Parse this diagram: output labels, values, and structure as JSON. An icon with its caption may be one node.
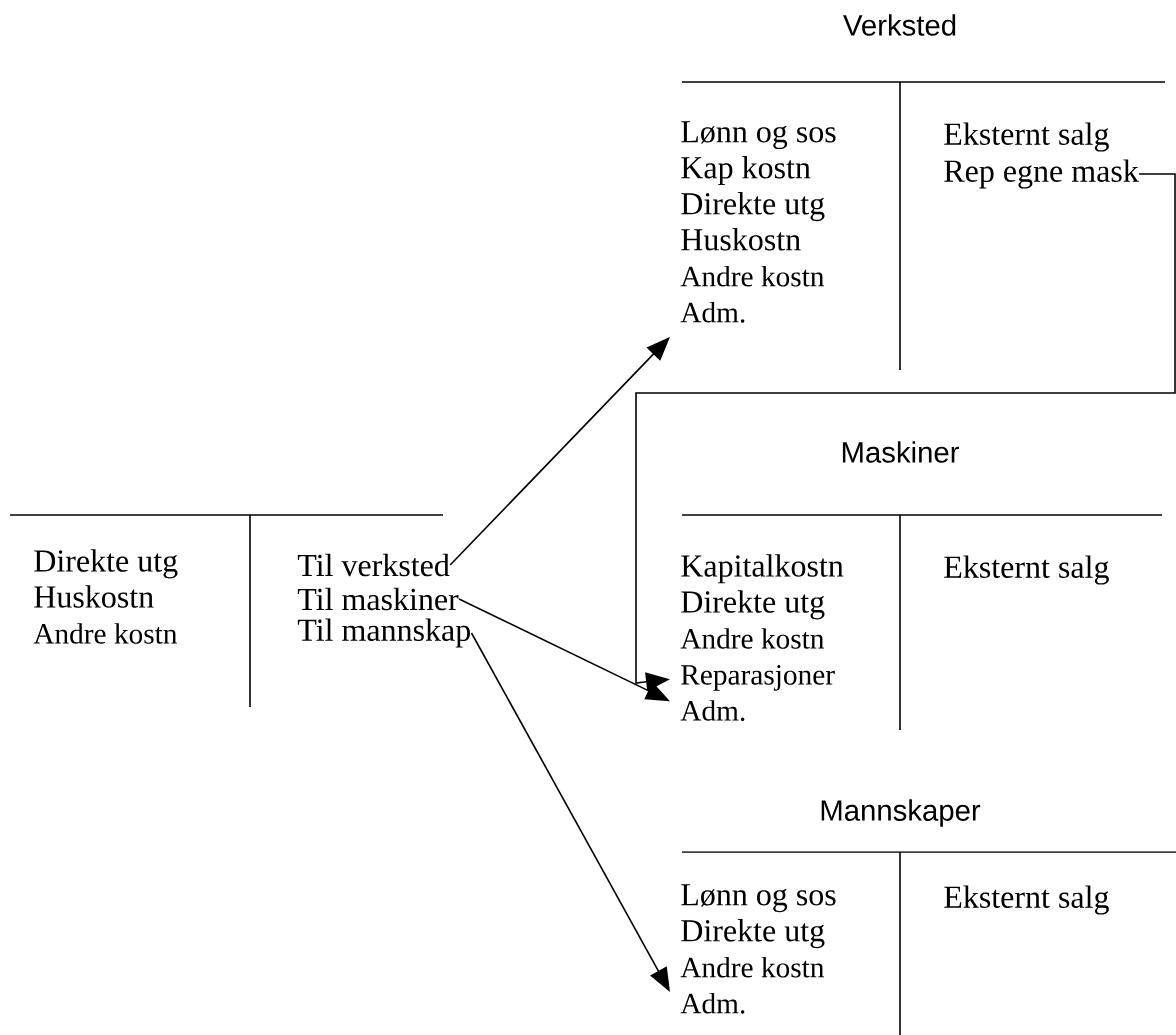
{
  "diagram": {
    "nodes": [
      {
        "text": [
          "Direkte utg",
          "Huskostn",
          "Andre kostn"
        ]
      },
      {
        "text": [
          "Til verksted"
        ]
      },
      {
        "text": [
          "Til maskiner"
        ]
      },
      {
        "text": [
          "Til mannskap"
        ]
      },
      {
        "text": [
          "Lønn og sos",
          "Kap kostn",
          "Direkte utg",
          "Huskostn",
          "Andre kostn",
          "Adm."
        ]
      },
      {
        "text": [
          "Eksternt salg"
        ]
      },
      {
        "text": [
          "Rep egne mask"
        ]
      },
      {
        "text": [
          "Kapitalkostn",
          "Direkte utg",
          "Andre kostn",
          "Reparasjoner",
          "Adm."
        ]
      },
      {
        "text": [
          "Eksternt salg"
        ]
      },
      {
        "text": [
          "Lønn og sos",
          "Direkte utg",
          "Andre kostn",
          "Adm."
        ]
      },
      {
        "text": [
          "Eksternt salg"
        ]
      }
    ],
    "edges": [
      {
        "from": 1,
        "to": 4,
        "arrow": "to"
      },
      {
        "from": 2,
        "to": 7,
        "arrow": "to"
      },
      {
        "from": 3,
        "to": 9,
        "arrow": "to"
      },
      {
        "from": 6,
        "to": 7,
        "arrow": "to"
      }
    ],
    "labels": [
      "Verksted",
      "Maskiner",
      "Mannskaper"
    ]
  }
}
